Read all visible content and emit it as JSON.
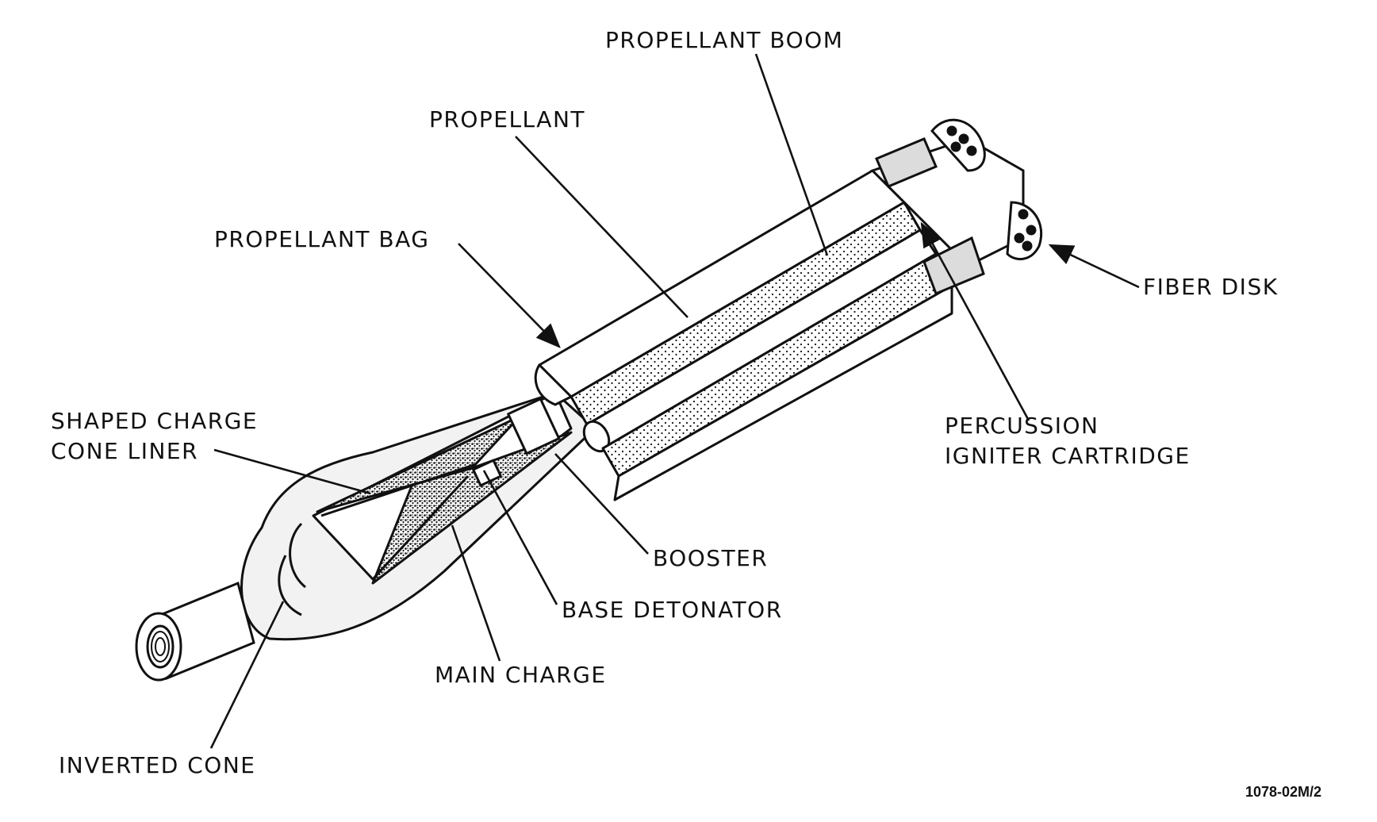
{
  "labels": {
    "propellant_boom": "PROPELLANT BOOM",
    "propellant": "PROPELLANT",
    "propellant_bag": "PROPELLANT BAG",
    "fiber_disk": "FIBER DISK",
    "shaped_charge_line1": "SHAPED CHARGE",
    "shaped_charge_line2": "CONE LINER",
    "percussion_line1": "PERCUSSION",
    "percussion_line2": "IGNITER CARTRIDGE",
    "booster": "BOOSTER",
    "base_detonator": "BASE DETONATOR",
    "main_charge": "MAIN CHARGE",
    "inverted_cone": "INVERTED CONE"
  },
  "figure_id": "1078-02M/2",
  "colors": {
    "ink": "#111111",
    "paper": "#ffffff",
    "body_shade": "#f2f2f2"
  }
}
